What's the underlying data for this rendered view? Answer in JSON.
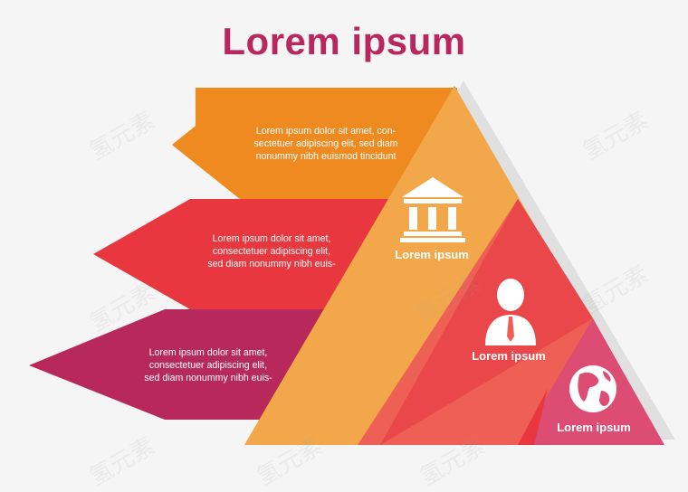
{
  "title": "Lorem ipsum",
  "colors": {
    "title": "#b8275e",
    "orange": "#ef8a20",
    "orange_light": "#f2a84a",
    "red": "#e8373e",
    "salmon": "#ee5f55",
    "magenta": "#b7295a",
    "pink": "#dd4c72"
  },
  "arrows": [
    {
      "text": "Lorem ipsum dolor sit amet, con-\nsectetuer adipiscing elit, sed diam\nnonummy nibh euismod tincidunt"
    },
    {
      "text": "Lorem ipsum dolor sit amet,\nconsectetuer adipiscing elit,\nsed diam nonummy nibh euis-"
    },
    {
      "text": "Lorem ipsum dolor sit amet,\nconsectetuer adipiscing elit,\nsed diam nonummy nibh euis-"
    }
  ],
  "tiers": [
    {
      "label": "Lorem ipsum",
      "icon": "bank-building-icon"
    },
    {
      "label": "Lorem ipsum",
      "icon": "businessman-icon"
    },
    {
      "label": "Lorem ipsum",
      "icon": "globe-icon"
    }
  ],
  "watermark": "氢元素"
}
